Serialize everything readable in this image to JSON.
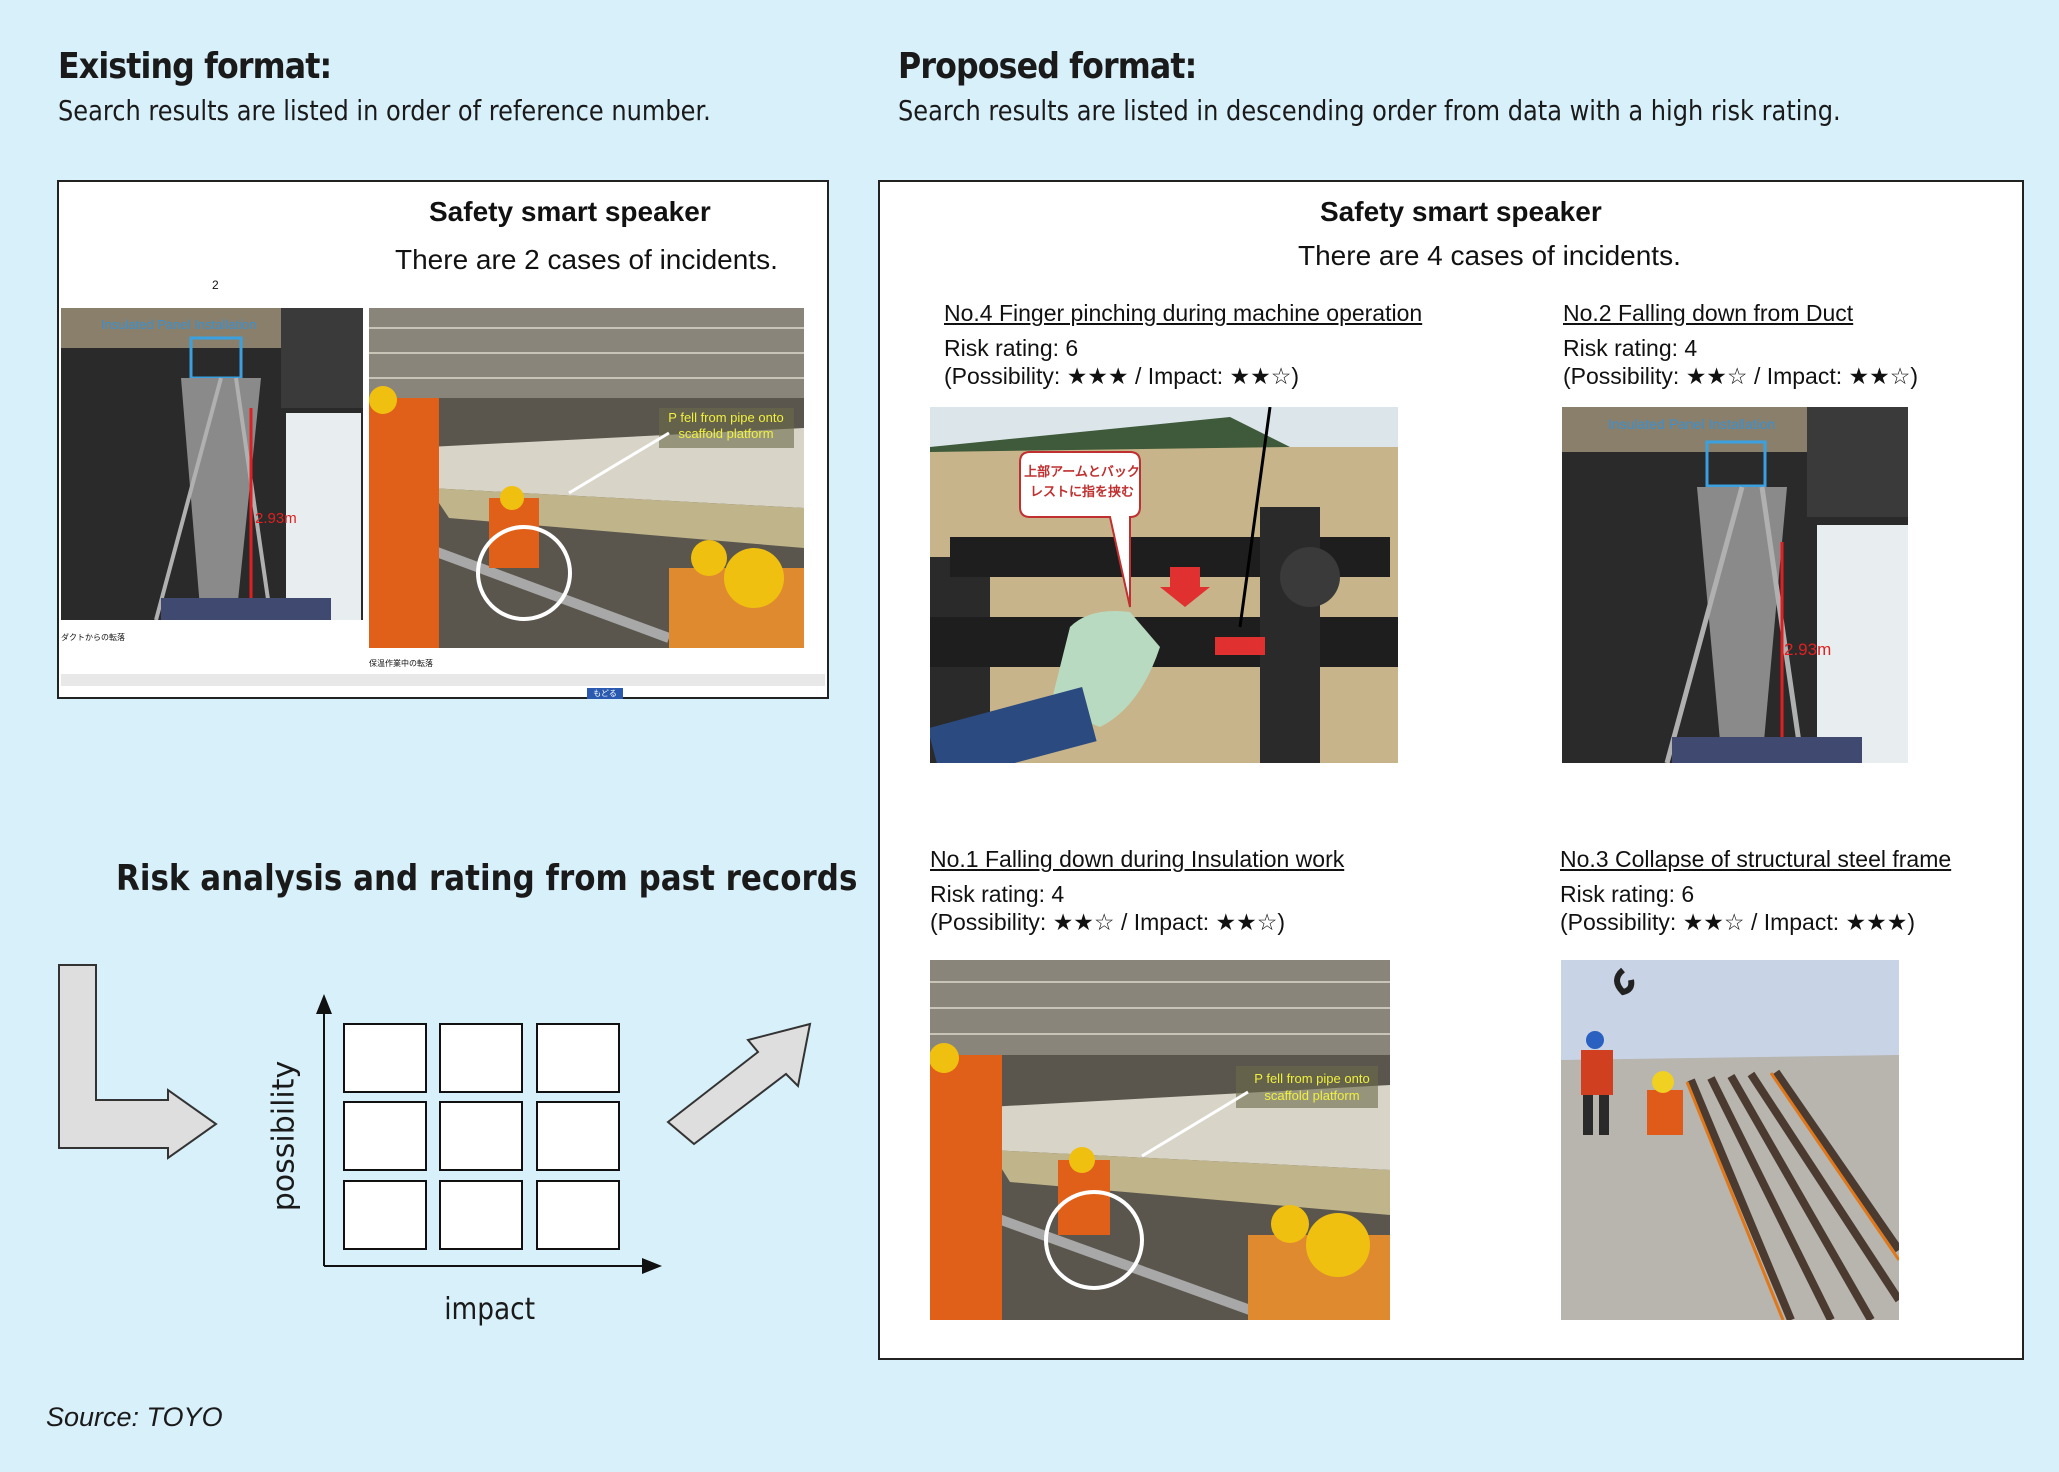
{
  "existing": {
    "title": "Existing format:",
    "subtitle": "Search results are listed in order of reference number.",
    "speaker_title": "Safety smart speaker",
    "speaker_count": "There are 2  cases of incidents.",
    "page_num": "2",
    "caption_left": "ダクトからの転落",
    "caption_right": "保温作業中の転落",
    "back_button": "もどる",
    "photo1_label": "Insulated Panel Installation",
    "photo1_height": "2.93m",
    "photo2_label": "P fell from pipe onto scaffold platform"
  },
  "proposed": {
    "title": "Proposed format:",
    "subtitle": "Search results are listed in descending order from data with a high risk rating.",
    "speaker_title": "Safety smart speaker",
    "speaker_count": "There are 4 cases of incidents.",
    "cases": [
      {
        "title": "No.4  Finger pinching during machine operation",
        "risk": "Risk rating: 6",
        "detail": "(Possibility: ★★★ / Impact: ★★☆)",
        "photo_note": "上部アームとバック レストに指を挟む"
      },
      {
        "title": "No.2  Falling down from Duct",
        "risk": "Risk rating: 4",
        "detail": "(Possibility: ★★☆ / Impact: ★★☆)",
        "photo_label": "Insulated Panel Installation",
        "photo_height": "2.93m"
      },
      {
        "title": "No.1  Falling down during Insulation work",
        "risk": "Risk rating: 4",
        "detail": "(Possibility: ★★☆ / Impact: ★★☆)",
        "photo_label": "P fell from pipe onto scaffold platform"
      },
      {
        "title": "No.3  Collapse of structural steel frame",
        "risk": "Risk rating: 6",
        "detail": "(Possibility: ★★☆ / Impact: ★★★)"
      }
    ]
  },
  "risk": {
    "title": "Risk analysis and rating from past records",
    "y_label": "possibility",
    "x_label": "impact"
  },
  "source": "Source: TOYO"
}
